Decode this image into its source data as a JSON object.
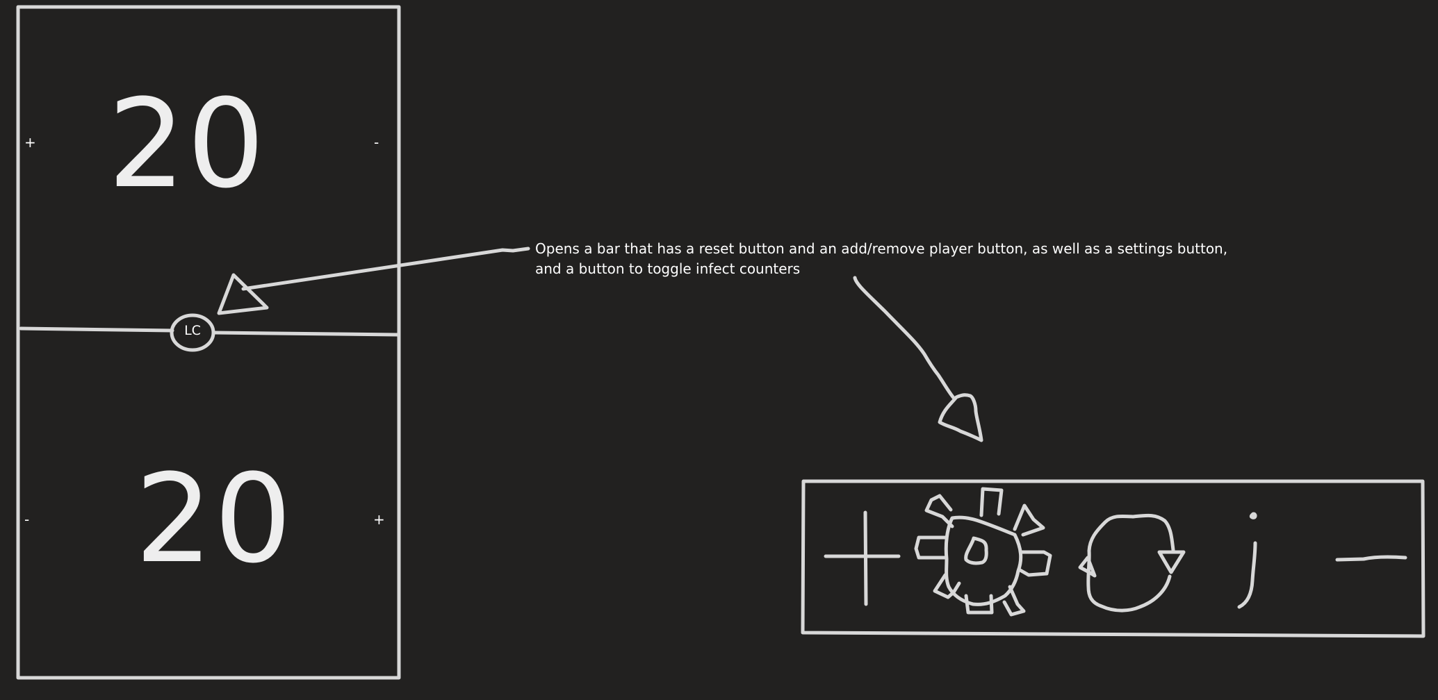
{
  "players": [
    {
      "life": "20",
      "plus_label": "+",
      "minus_label": "-"
    },
    {
      "life": "20",
      "plus_label": "+",
      "minus_label": "-"
    }
  ],
  "menu_button": {
    "label": "LC"
  },
  "annotation": {
    "text": "Opens a bar that has a reset button and an add/remove player button, as well as a settings button, and a button to toggle infect counters"
  },
  "action_bar": {
    "buttons": [
      {
        "icon": "add-player-icon"
      },
      {
        "icon": "gear-icon"
      },
      {
        "icon": "reset-icon"
      },
      {
        "icon": "infect-toggle-icon"
      },
      {
        "icon": "remove-player-icon"
      }
    ]
  },
  "colors": {
    "background": "#222120",
    "stroke": "#d8d8d8",
    "text": "#ffffff"
  }
}
